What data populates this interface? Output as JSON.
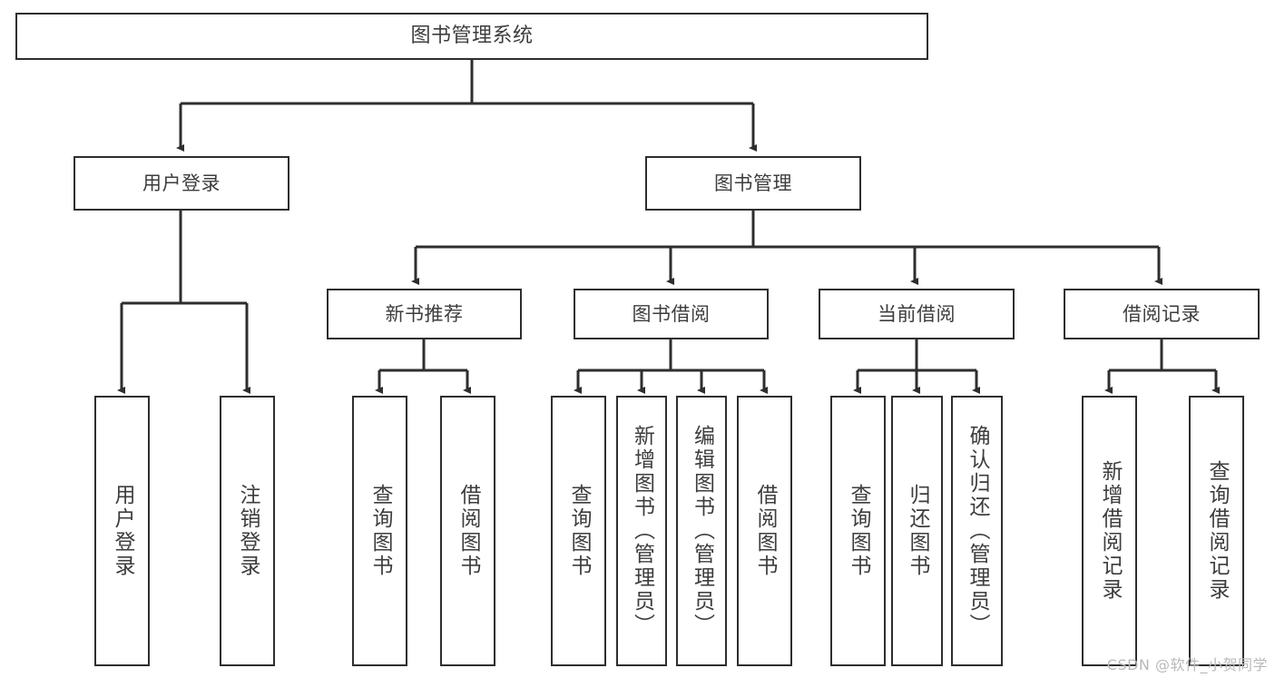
{
  "diagram": {
    "type": "tree-hierarchy",
    "title": "图书管理系统",
    "orientation": "top-down",
    "watermark": "CSDN @软件_小贺同学",
    "colors": {
      "box_border": "#2e2e2e",
      "box_fill": "#ffffff",
      "edge": "#2e2e2e",
      "text": "#3d3d3d",
      "watermark": "#b9b9b9",
      "background": "#ffffff"
    },
    "nodes": {
      "root": {
        "label": "图书管理系统"
      },
      "level2": [
        {
          "label": "用户登录"
        },
        {
          "label": "图书管理"
        }
      ],
      "level3": [
        {
          "label": "新书推荐"
        },
        {
          "label": "图书借阅"
        },
        {
          "label": "当前借阅"
        },
        {
          "label": "借阅记录"
        }
      ],
      "leaves": {
        "user_login": [
          {
            "label": "用户登录"
          },
          {
            "label": "注销登录"
          }
        ],
        "new_book_recommend": [
          {
            "label": "查询图书"
          },
          {
            "label": "借阅图书"
          }
        ],
        "book_borrow": [
          {
            "label": "查询图书"
          },
          {
            "label": "新增图书（管理员）"
          },
          {
            "label": "编辑图书（管理员）"
          },
          {
            "label": "借阅图书"
          }
        ],
        "current_borrow": [
          {
            "label": "查询图书"
          },
          {
            "label": "归还图书"
          },
          {
            "label": "确认归还（管理员）"
          }
        ],
        "borrow_record": [
          {
            "label": "新增借阅记录"
          },
          {
            "label": "查询借阅记录"
          }
        ]
      }
    }
  }
}
